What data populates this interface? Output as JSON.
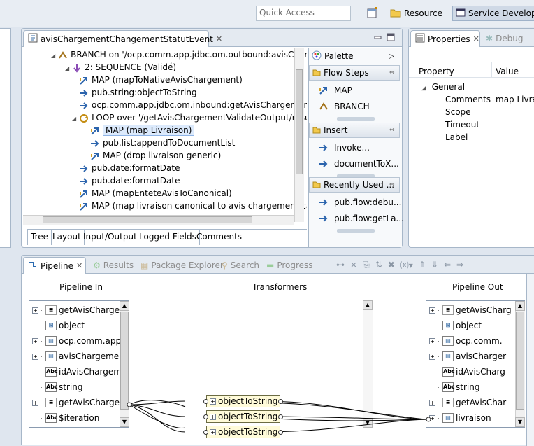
{
  "toolbar": {
    "quick_access_placeholder": "Quick Access",
    "perspective_resource": "Resource",
    "perspective_service": "Service Development"
  },
  "editor": {
    "tab_title": "avisChargementChangementStatutEvent",
    "tree": [
      {
        "label": "BRANCH on '/ocp.comm.app.jdbc.om.outbound:avisCharger",
        "icon": "branch-icon"
      },
      {
        "label": "2: SEQUENCE (Validé)",
        "icon": "sequence-icon"
      },
      {
        "label": "MAP (mapToNativeAvisChargement)",
        "icon": "map-icon"
      },
      {
        "label": "pub.string:objectToString",
        "icon": "invoke-icon"
      },
      {
        "label": "ocp.comm.app.jdbc.om.inbound:getAvisChargement'",
        "icon": "invoke-icon"
      },
      {
        "label": "LOOP over '/getAvisChargementValidateOutput/result",
        "icon": "loop-icon"
      },
      {
        "label": "MAP (map Livraison)",
        "icon": "map-icon",
        "selected": true
      },
      {
        "label": "pub.list:appendToDocumentList",
        "icon": "invoke-icon"
      },
      {
        "label": "MAP (drop livraison generic)",
        "icon": "map-icon"
      },
      {
        "label": "pub.date:formatDate",
        "icon": "invoke-icon"
      },
      {
        "label": "pub.date:formatDate",
        "icon": "invoke-icon"
      },
      {
        "label": "MAP (mapEnteteAvisToCanonical)",
        "icon": "map-icon"
      },
      {
        "label": "MAP (map livraison canonical to avis chargement canc",
        "icon": "map-icon"
      }
    ],
    "subtabs": [
      "Tree",
      "Layout",
      "Input/Output",
      "Logged Fields",
      "Comments"
    ],
    "palette": {
      "title": "Palette",
      "groups": [
        {
          "title": "Flow Steps",
          "items": [
            "MAP",
            "BRANCH"
          ]
        },
        {
          "title": "Insert",
          "items": [
            "Invoke...",
            "documentToX..."
          ]
        },
        {
          "title": "Recently Used ...",
          "items": [
            "pub.flow:debu...",
            "pub.flow:getLa..."
          ]
        }
      ]
    }
  },
  "properties": {
    "tab_title": "Properties",
    "debug_tab": "Debug",
    "col_property": "Property",
    "col_value": "Value",
    "group": "General",
    "rows": [
      {
        "name": "Comments",
        "value": "map Livrai"
      },
      {
        "name": "Scope",
        "value": ""
      },
      {
        "name": "Timeout",
        "value": ""
      },
      {
        "name": "Label",
        "value": ""
      }
    ]
  },
  "bottom_tabs": {
    "pipeline": "Pipeline",
    "results": "Results",
    "package_explorer": "Package Explorer",
    "search": "Search",
    "progress": "Progress"
  },
  "pipeline": {
    "in_title": "Pipeline In",
    "transformers_title": "Transformers",
    "out_title": "Pipeline Out",
    "in_items": [
      {
        "label": "getAvisCharger",
        "type": "doc",
        "expand": true
      },
      {
        "label": "object",
        "type": "obj",
        "expand": false
      },
      {
        "label": "ocp.comm.app",
        "type": "docref",
        "expand": true
      },
      {
        "label": "avisChargemen",
        "type": "docref",
        "expand": true
      },
      {
        "label": "idAvisChargem",
        "type": "str",
        "expand": false
      },
      {
        "label": "string",
        "type": "str",
        "expand": false
      },
      {
        "label": "getAvisCharger",
        "type": "doc",
        "expand": true
      },
      {
        "label": "$iteration",
        "type": "str",
        "expand": false
      }
    ],
    "out_items": [
      {
        "label": "getAvisCharg",
        "type": "doc",
        "expand": true
      },
      {
        "label": "object",
        "type": "obj",
        "expand": false
      },
      {
        "label": "ocp.comm.",
        "type": "docref",
        "expand": true
      },
      {
        "label": "avisCharger",
        "type": "docref",
        "expand": true
      },
      {
        "label": "idAvisCharg",
        "type": "str",
        "expand": false
      },
      {
        "label": "string",
        "type": "str",
        "expand": false
      },
      {
        "label": "getAvisChar",
        "type": "doc",
        "expand": true
      },
      {
        "label": "livraison",
        "type": "docref",
        "expand": true
      }
    ],
    "transformers": [
      "objectToString",
      "objectToString",
      "objectToString"
    ]
  }
}
